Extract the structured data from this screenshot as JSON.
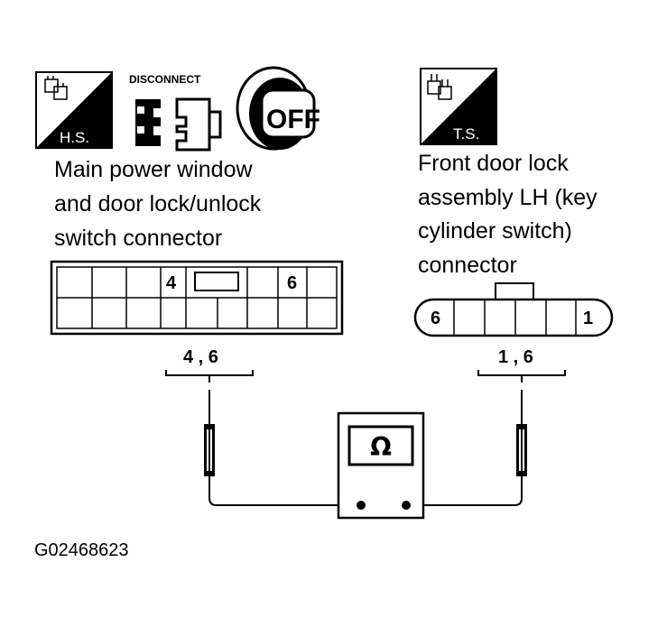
{
  "left_icons": {
    "badge_text": "H.S.",
    "disconnect_text": "DISCONNECT",
    "key_text": "OFF"
  },
  "left_label": {
    "line1": "Main power window",
    "line2": "and door lock/unlock",
    "line3": "switch connector"
  },
  "left_connector": {
    "pin_a": "4",
    "pin_b": "6",
    "bracket_label": "4 , 6"
  },
  "right_icons": {
    "badge_text": "T.S."
  },
  "right_label": {
    "line1": "Front door lock",
    "line2": "assembly LH (key",
    "line3": "cylinder switch)",
    "line4": "connector"
  },
  "right_connector": {
    "pin_left": "6",
    "pin_right": "1",
    "bracket_label": "1 , 6"
  },
  "meter": {
    "symbol": "Ω"
  },
  "figure_code": "G02468623"
}
